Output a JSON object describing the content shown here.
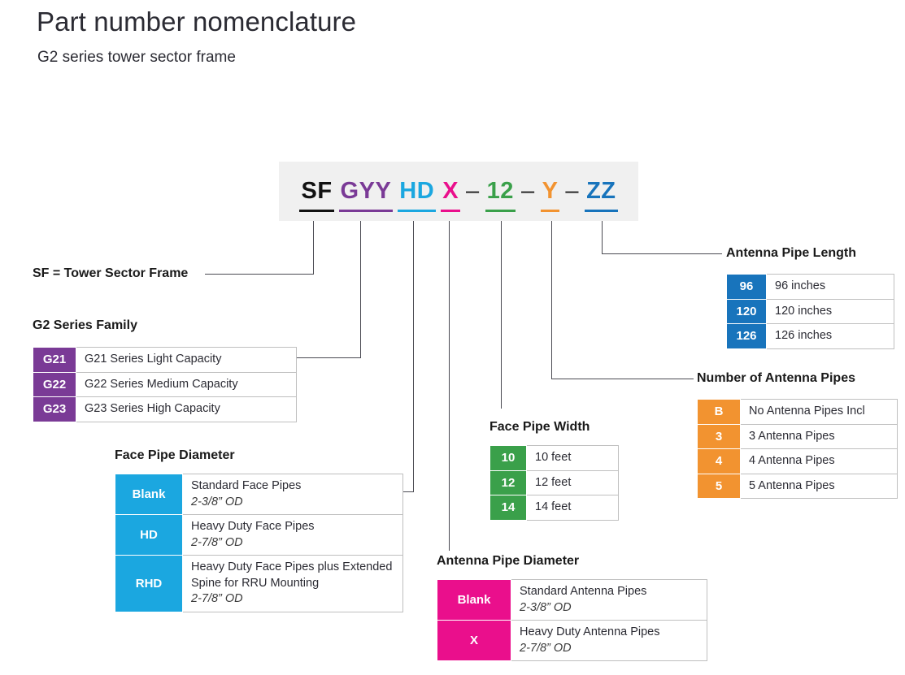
{
  "header": {
    "title": "Part number nomenclature",
    "subtitle": "G2 series tower sector frame"
  },
  "part_number": {
    "segments": [
      {
        "text": "SF",
        "color": "#111111"
      },
      {
        "text": "GYY",
        "color": "#7a3a96"
      },
      {
        "text": "HD",
        "color": "#1ba7e0"
      },
      {
        "text": "X",
        "color": "#ea0f8c"
      },
      {
        "text": "12",
        "color": "#3aa04a"
      },
      {
        "text": "Y",
        "color": "#f29330"
      },
      {
        "text": "ZZ",
        "color": "#1874bc"
      }
    ],
    "dash": "–"
  },
  "callouts": {
    "sf": "SF = Tower Sector Frame",
    "series": "G2 Series Family",
    "face_diameter": "Face Pipe Diameter",
    "face_width": "Face Pipe Width",
    "antenna_diameter": "Antenna Pipe Diameter",
    "antenna_number": "Number of Antenna Pipes",
    "antenna_length": "Antenna Pipe Length"
  },
  "tables": {
    "series": {
      "accent": "#7a3a96",
      "rows": [
        {
          "key": "G21",
          "value": "G21 Series Light Capacity"
        },
        {
          "key": "G22",
          "value": "G22 Series Medium Capacity"
        },
        {
          "key": "G23",
          "value": "G23 Series High Capacity"
        }
      ]
    },
    "face_diameter": {
      "accent": "#1ba7e0",
      "rows": [
        {
          "key": "Blank",
          "value": "Standard Face Pipes",
          "od": "2-3/8” OD"
        },
        {
          "key": "HD",
          "value": "Heavy Duty Face Pipes",
          "od": "2-7/8” OD"
        },
        {
          "key": "RHD",
          "value": "Heavy Duty Face Pipes plus Extended Spine for RRU Mounting",
          "od": "2-7/8” OD"
        }
      ]
    },
    "face_width": {
      "accent": "#3aa04a",
      "rows": [
        {
          "key": "10",
          "value": "10 feet"
        },
        {
          "key": "12",
          "value": "12 feet"
        },
        {
          "key": "14",
          "value": "14 feet"
        }
      ]
    },
    "antenna_diameter": {
      "accent": "#ea0f8c",
      "rows": [
        {
          "key": "Blank",
          "value": "Standard Antenna Pipes",
          "od": "2-3/8” OD"
        },
        {
          "key": "X",
          "value": "Heavy Duty Antenna Pipes",
          "od": "2-7/8” OD"
        }
      ]
    },
    "antenna_number": {
      "accent": "#f29330",
      "rows": [
        {
          "key": "B",
          "value": "No Antenna Pipes Incl"
        },
        {
          "key": "3",
          "value": "3 Antenna Pipes"
        },
        {
          "key": "4",
          "value": "4 Antenna Pipes"
        },
        {
          "key": "5",
          "value": "5 Antenna Pipes"
        }
      ]
    },
    "antenna_length": {
      "accent": "#1874bc",
      "rows": [
        {
          "key": "96",
          "value": "96 inches"
        },
        {
          "key": "120",
          "value": "120 inches"
        },
        {
          "key": "126",
          "value": "126 inches"
        }
      ]
    }
  }
}
